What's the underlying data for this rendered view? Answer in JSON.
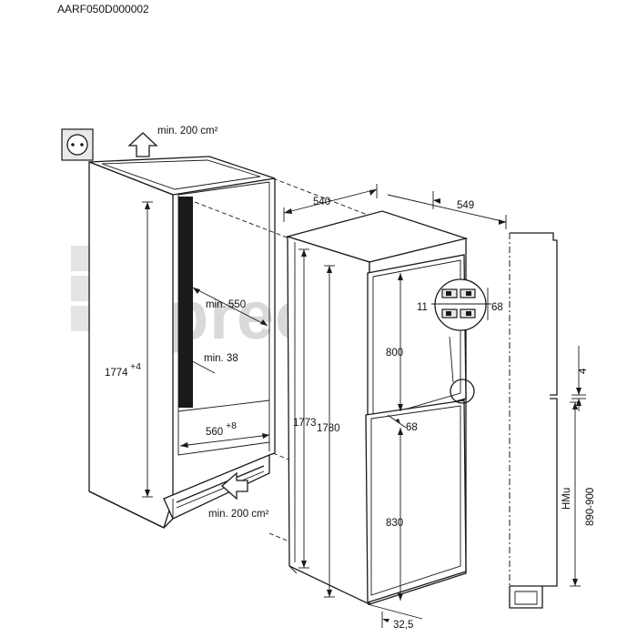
{
  "model_code": "AARF050D000002",
  "watermark": {
    "text": "preciz.ru",
    "color": "#d9d9d9"
  },
  "vent": {
    "top_label": "min. 200 cm²",
    "bottom_label": "min. 200 cm²"
  },
  "niche": {
    "height_label": "1774",
    "height_tol": "+4",
    "depth_label": "min. 550",
    "gap_label": "min. 38",
    "width_label": "560",
    "width_tol": "+8"
  },
  "appliance": {
    "width_label": "540",
    "depth_label": "549",
    "height_label": "1773",
    "height_inner_label": "1780",
    "upper_door_label": "800",
    "lower_door_label": "830",
    "door_gap_label": "68",
    "bottom_offset_label": "32,5",
    "detail_left_label": "11",
    "detail_right_label": "68"
  },
  "side_profile": {
    "gap_label": "4",
    "hmu_label": "HMu",
    "hmu_range_label": "890-900"
  },
  "icons": [
    "power-socket-icon",
    "airflow-arrow-icon"
  ],
  "colors": {
    "line": "#1a1a1a",
    "watermark": "#d9d9d9",
    "red_square": "#f3c3c3"
  }
}
